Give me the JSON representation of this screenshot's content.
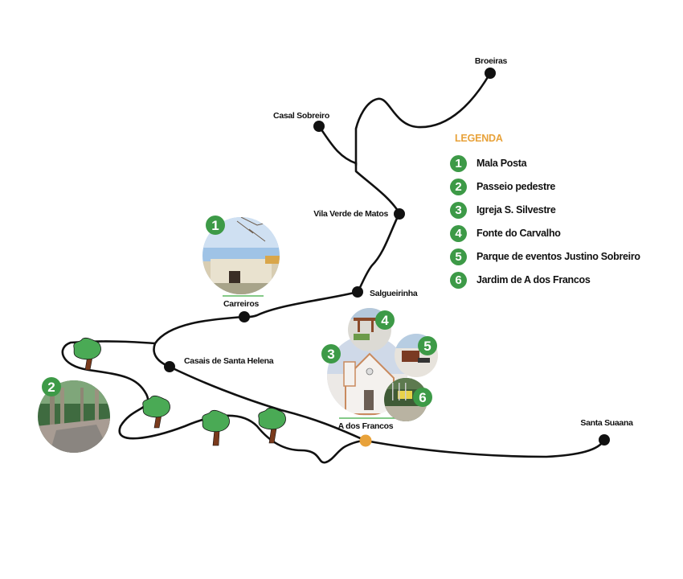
{
  "legend": {
    "title": "LEGENDA",
    "items": [
      {
        "number": "1",
        "label": "Mala Posta"
      },
      {
        "number": "2",
        "label": "Passeio pedestre"
      },
      {
        "number": "3",
        "label": "Igreja S. Silvestre"
      },
      {
        "number": "4",
        "label": "Fonte do Carvalho"
      },
      {
        "number": "5",
        "label": "Parque de eventos Justino Sobreiro"
      },
      {
        "number": "6",
        "label": "Jardim de A dos Francos"
      }
    ]
  },
  "places": {
    "broeiras": "Broeiras",
    "casal_sobreiro": "Casal Sobreiro",
    "vila_verde_de_matos": "Vila Verde de  Matos",
    "salgueirinha": "Salgueirinha",
    "carreiros": "Carreiros",
    "casais_de_santa_helena": "Casais de Santa Helena",
    "a_dos_francos": "A dos Francos",
    "santa_suaana": "Santa Suaana"
  },
  "poi_badges": {
    "p1": "1",
    "p2": "2",
    "p3": "3",
    "p4": "4",
    "p5": "5",
    "p6": "6"
  },
  "colors": {
    "badge_green": "#3d9a47",
    "legend_title": "#e8a23a",
    "highlight_stop": "#e8a23a",
    "route": "#111111",
    "tree_canopy": "#4aaa55",
    "tree_trunk": "#7a3a1c",
    "underline_green": "#5cb860"
  }
}
